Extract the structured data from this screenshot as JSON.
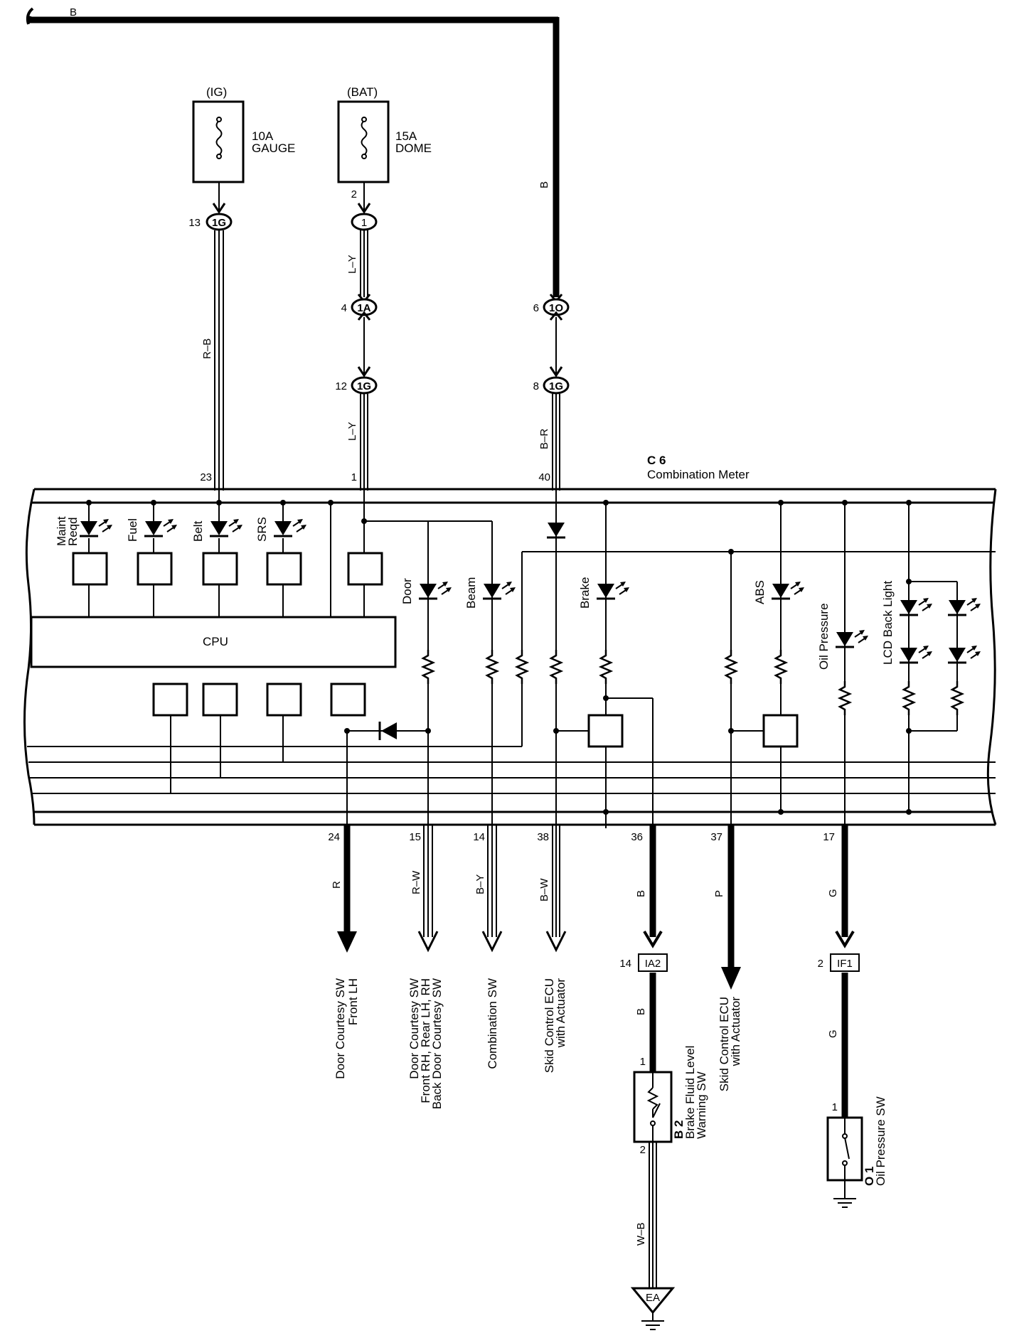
{
  "colors": {
    "ink": "#000000",
    "paper": "#ffffff"
  },
  "top_wire": {
    "color": "B",
    "color2": "B"
  },
  "fuses": {
    "gauge": {
      "source": "(IG)",
      "rating": "10A",
      "name": "GAUGE"
    },
    "dome": {
      "source": "(BAT)",
      "rating": "15A",
      "name": "DOME"
    }
  },
  "connectors": {
    "c_1g_13": {
      "pin": "13",
      "id": "1G"
    },
    "c_1_2": {
      "pin": "2",
      "id": "1"
    },
    "c_1a_4": {
      "pin": "4",
      "id": "1A"
    },
    "c_1g_12": {
      "pin": "12",
      "id": "1G"
    },
    "c_1o_6": {
      "pin": "6",
      "id": "1O"
    },
    "c_1g_8": {
      "pin": "8",
      "id": "1G"
    }
  },
  "wire_colors": {
    "rb": "R–B",
    "ly1": "L–Y",
    "ly2": "L–Y",
    "br": "B–R",
    "r": "R",
    "rw": "R–W",
    "by": "B–Y",
    "bw": "B–W",
    "b": "B",
    "p": "P",
    "g": "G",
    "b2": "B",
    "g2": "G",
    "wb": "W–B"
  },
  "meter": {
    "code": "C 6",
    "name": "Combination Meter",
    "pins_top": {
      "p23": "23",
      "p1": "1",
      "p40": "40"
    },
    "pins_bottom": {
      "p24": "24",
      "p15": "15",
      "p14": "14",
      "p38": "38",
      "p36": "36",
      "p37": "37",
      "p17": "17"
    },
    "cpu": "CPU",
    "indicators": {
      "maint1": "Maint",
      "maint2": "Reqd",
      "fuel": "Fuel",
      "belt": "Belt",
      "srs": "SRS",
      "door": "Door",
      "beam": "Beam",
      "brake": "Brake",
      "abs": "ABS",
      "oil": "Oil Pressure",
      "lcd": "LCD Back Light"
    }
  },
  "destinations": {
    "d24_1": "Door Courtesy SW",
    "d24_2": "Front LH",
    "d15_1": "Door Courtesy SW",
    "d15_2": "Front RH, Rear LH, RH",
    "d15_3": "Back Door Courtesy SW",
    "d14": "Combination SW",
    "d38_1": "Skid Control ECU",
    "d38_2": "with Actuator",
    "d37_1": "Skid Control ECU",
    "d37_2": "with Actuator"
  },
  "junctions": {
    "ia2": {
      "pin": "14",
      "id": "IA2"
    },
    "if1": {
      "pin": "2",
      "id": "IF1"
    }
  },
  "components": {
    "b2": {
      "code": "B 2",
      "name1": "Brake Fluid Level",
      "name2": "Warning SW",
      "pin1": "1",
      "pin2": "2"
    },
    "o1": {
      "code": "O 1",
      "name": "Oil Pressure SW",
      "pin1": "1"
    }
  },
  "ground": {
    "ea": "EA"
  }
}
